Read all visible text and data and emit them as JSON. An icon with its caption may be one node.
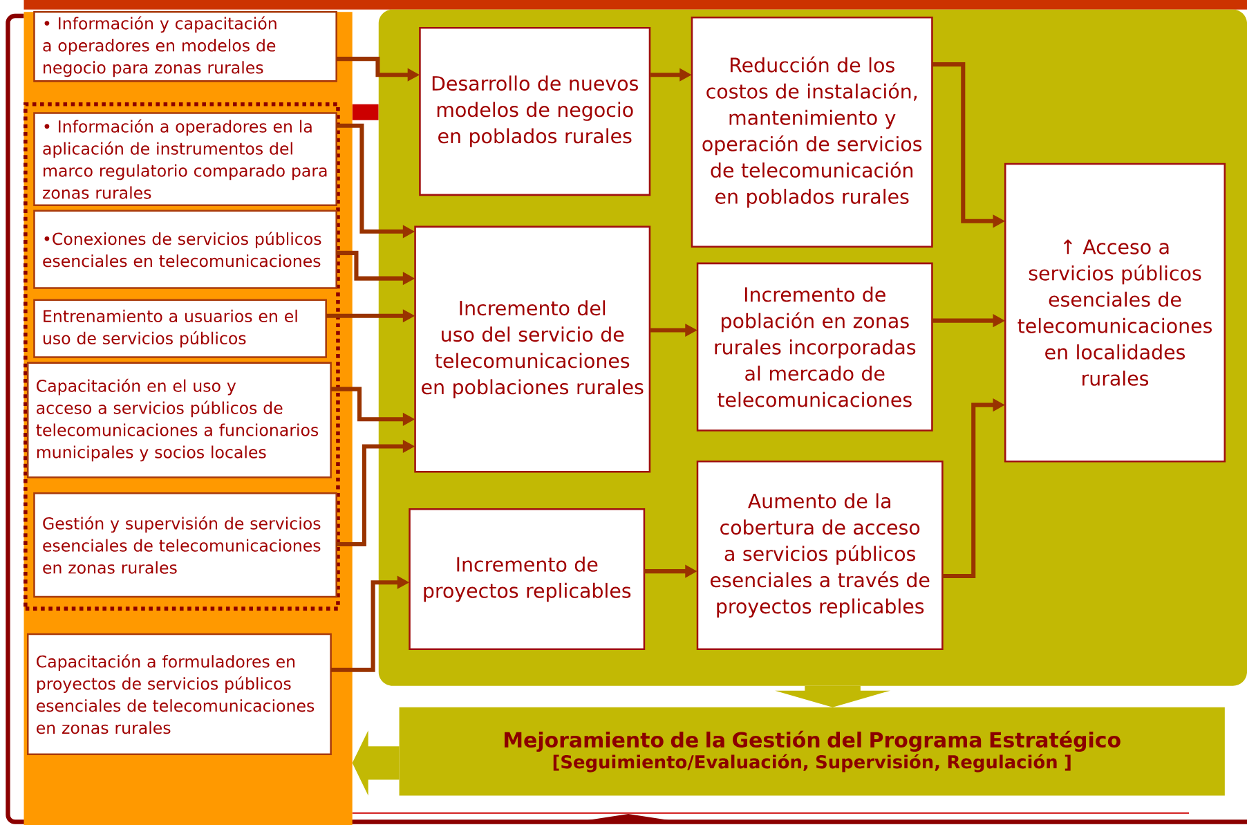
{
  "diagram": {
    "nodes": [
      {
        "text": [],
        "shape": "box"
      },
      {
        "text": [
          "• Información y capacitación a operadores en modelos de negocio para zonas rurales"
        ],
        "in": 0
      },
      {
        "text": [],
        "shape": "box",
        "in": 0
      },
      {
        "text": [
          "• Información a operadores en la aplicación de instrumentos del marco regulatorio comparado para zonas rurales"
        ],
        "in": 2
      },
      {
        "text": [
          "•Conexiones de servicios públicos esenciales en telecomunicaciones"
        ],
        "in": 2
      },
      {
        "text": [
          "Entrenamiento a usuarios en el uso de servicios públicos"
        ],
        "in": 2
      },
      {
        "text": [
          "Capacitación en el uso y acceso a servicios públicos de telecomunicaciones a funcionarios municipales y socios locales"
        ],
        "in": 2
      },
      {
        "text": [
          "Gestión y supervisión de servicios esenciales de telecomunicaciones en zonas rurales"
        ],
        "in": 2
      },
      {
        "text": [
          "Capacitación a formuladores en proyectos de servicios públicos esenciales de telecomunicaciones en zonas rurales"
        ],
        "in": 0
      },
      {
        "text": [],
        "shape": "box"
      },
      {
        "text": [
          "Desarrollo de nuevos modelos de negocio en poblados rurales"
        ],
        "in": 9
      },
      {
        "text": [
          "Reducción de los costos de instalación, mantenimiento y operación de servicios de telecomunicación en poblados rurales"
        ],
        "in": 9
      },
      {
        "text": [
          "Incremento del uso del servicio de telecomunicaciones en poblaciones rurales"
        ],
        "in": 9
      },
      {
        "text": [
          "Incremento de población en zonas rurales incorporadas al mercado de telecomunicaciones"
        ],
        "in": 9
      },
      {
        "text": [
          "↑ Acceso a servicios públicos esenciales de telecomunicaciones en localidades rurales"
        ],
        "in": 9
      },
      {
        "text": [
          "Incremento de proyectos replicables"
        ],
        "in": 9
      },
      {
        "text": [
          "Aumento de la cobertura de acceso a servicios públicos esenciales a través de proyectos replicables"
        ],
        "in": 9
      },
      {
        "text": [
          "Mejoramiento de la Gestión del Programa Estratégico",
          "[Seguimiento/Evaluación, Supervisión, Regulación ]"
        ]
      }
    ],
    "edges": [
      {
        "from": 1,
        "to": 10,
        "arrow": "to"
      },
      {
        "from": 3,
        "to": 12,
        "arrow": "to"
      },
      {
        "from": 4,
        "to": 12,
        "arrow": "to"
      },
      {
        "from": 5,
        "to": 12,
        "arrow": "to"
      },
      {
        "from": 6,
        "to": 12,
        "arrow": "to"
      },
      {
        "from": 7,
        "to": 12,
        "arrow": "to"
      },
      {
        "from": 8,
        "to": 15,
        "arrow": "to"
      },
      {
        "from": 10,
        "to": 11,
        "arrow": "to"
      },
      {
        "from": 12,
        "to": 13,
        "arrow": "to"
      },
      {
        "from": 15,
        "to": 16,
        "arrow": "to"
      },
      {
        "from": 11,
        "to": 14,
        "arrow": "to"
      },
      {
        "from": 13,
        "to": 14,
        "arrow": "to"
      },
      {
        "from": 16,
        "to": 14,
        "arrow": "to"
      },
      {
        "from": 9,
        "to": 17,
        "arrow": "to",
        "style": "thick",
        "color": "#c2b904"
      },
      {
        "from": 17,
        "to": 0,
        "arrow": "to",
        "style": "thick",
        "color": "#c2b904"
      }
    ]
  }
}
